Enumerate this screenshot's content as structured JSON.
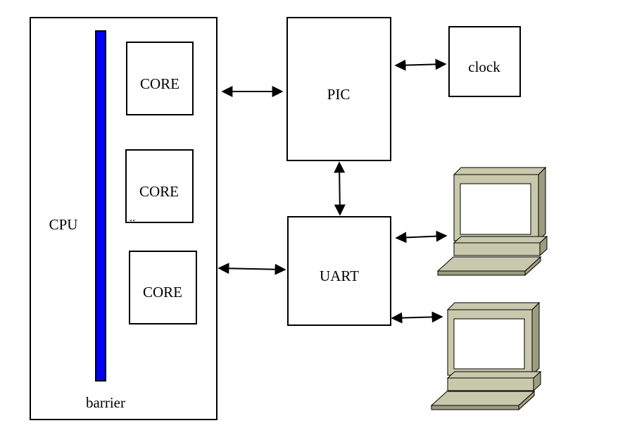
{
  "labels": {
    "cpu": "CPU",
    "barrier": "barrier",
    "core_1": "CORE",
    "core_2": "CORE",
    "core_2_note": "..",
    "core_3": "CORE",
    "pic": "PIC",
    "uart": "UART",
    "clock": "clock"
  },
  "colors": {
    "barrier_fill": "#0000ff",
    "line": "#000000",
    "terminal_face": "#c8c8ac",
    "terminal_side": "#9c9c80",
    "terminal_screen": "#ffffff"
  },
  "icons": [
    "terminal-icon",
    "terminal-icon"
  ]
}
